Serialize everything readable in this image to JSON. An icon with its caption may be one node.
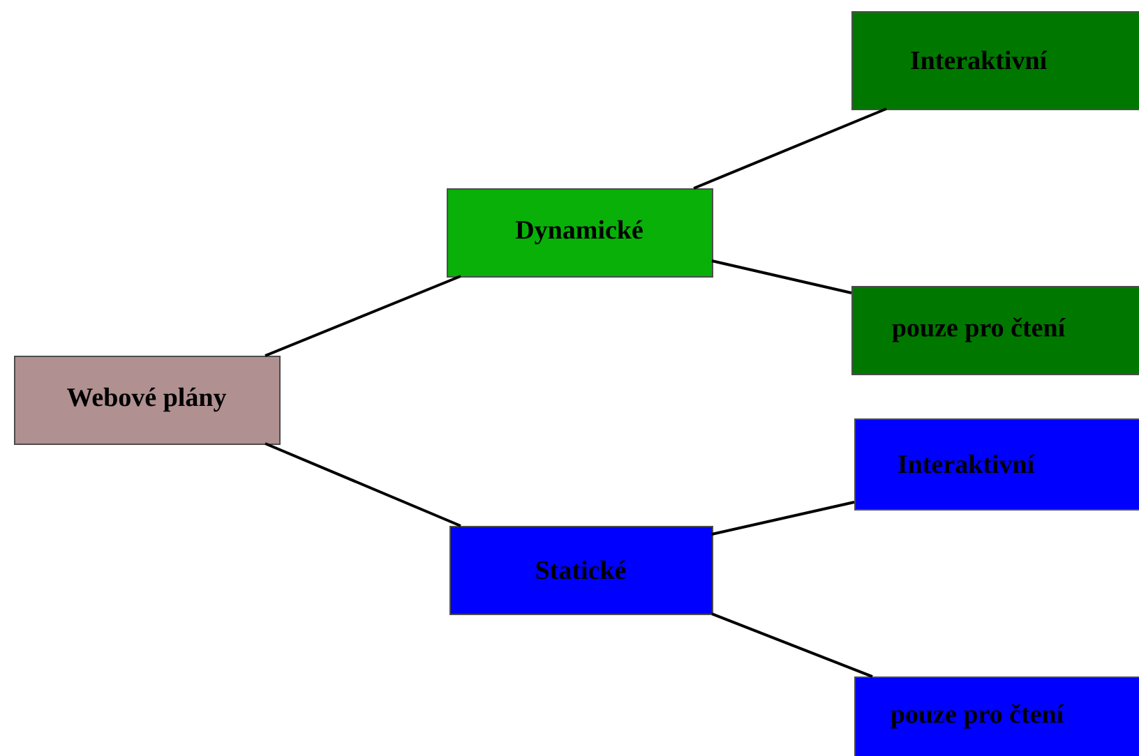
{
  "diagram": {
    "nodes": [
      {
        "text": [
          "Webové plány"
        ]
      },
      {
        "text": [
          "Dynamické"
        ]
      },
      {
        "text": [
          "Interaktivní"
        ]
      },
      {
        "text": [
          "pouze pro čtení"
        ]
      },
      {
        "text": [
          "Statické"
        ]
      },
      {
        "text": [
          "Interaktivní"
        ]
      },
      {
        "text": [
          "pouze pro čtení"
        ]
      }
    ],
    "edges": [
      {
        "from": 0,
        "to": 1,
        "arrow": "none"
      },
      {
        "from": 0,
        "to": 4,
        "arrow": "none"
      },
      {
        "from": 1,
        "to": 2,
        "arrow": "none"
      },
      {
        "from": 1,
        "to": 3,
        "arrow": "none"
      },
      {
        "from": 4,
        "to": 5,
        "arrow": "none"
      },
      {
        "from": 4,
        "to": 6,
        "arrow": "none"
      }
    ]
  }
}
